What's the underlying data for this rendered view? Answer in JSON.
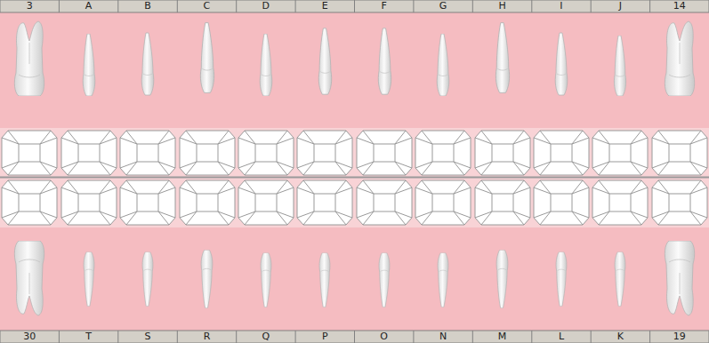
{
  "diagram": {
    "labels": [
      "3",
      "A",
      "B",
      "C",
      "D",
      "E",
      "F",
      "G",
      "H",
      "I",
      "J",
      "14",
      "30",
      "T",
      "S",
      "R",
      "Q",
      "P",
      "O",
      "N",
      "M",
      "L",
      "K",
      "19"
    ]
  }
}
